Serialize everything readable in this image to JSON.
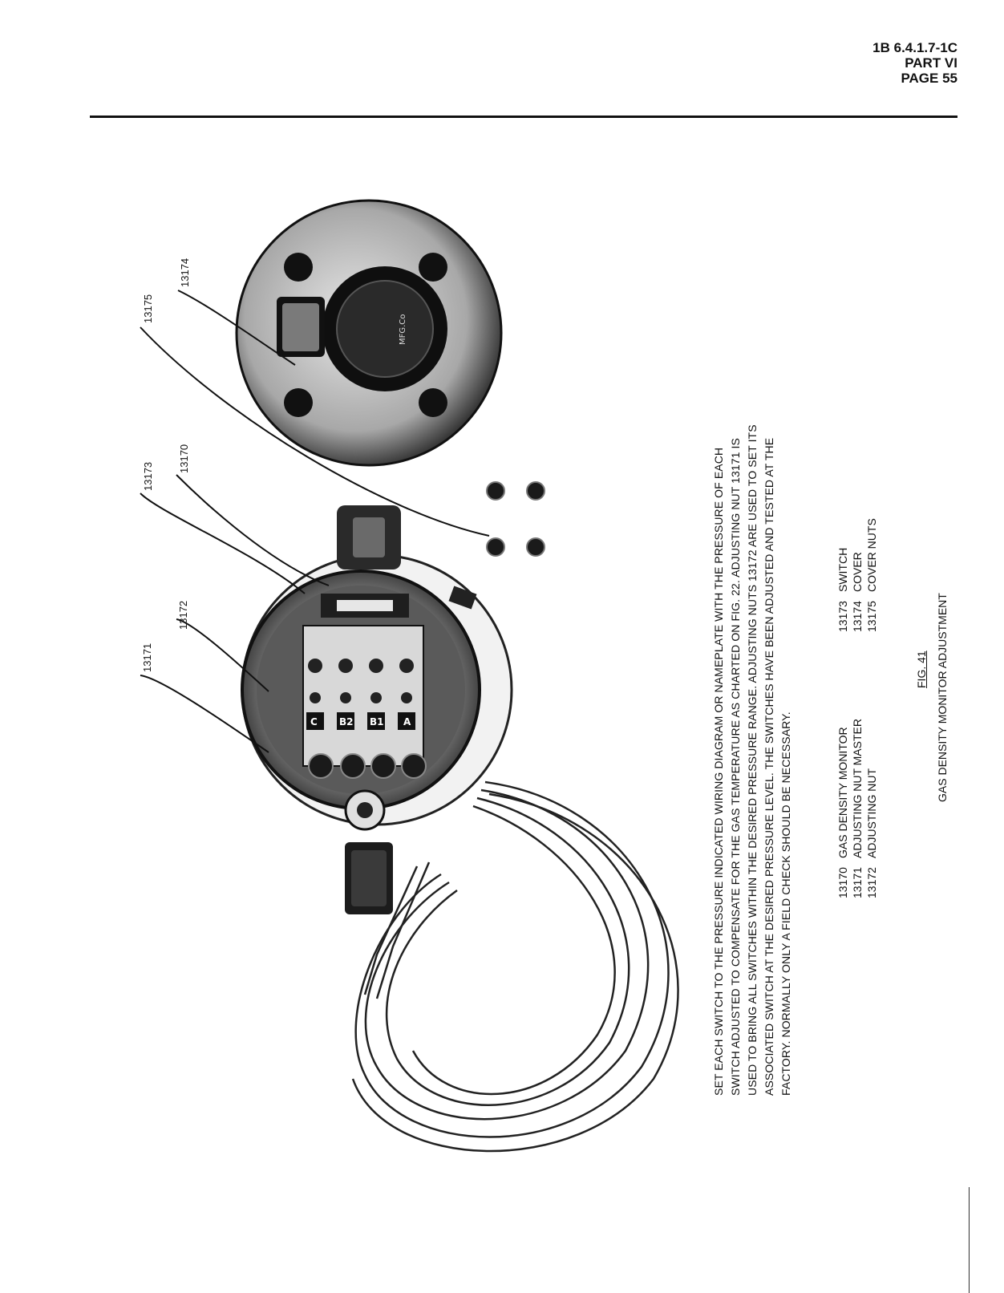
{
  "header": {
    "doc_number": "1B 6.4.1.7-1C",
    "part": "PART VI",
    "page": "PAGE 55"
  },
  "callouts": {
    "c13171": "13171",
    "c13172": "13172",
    "c13173": "13173",
    "c13170": "13170",
    "c13175": "13175",
    "c13174": "13174"
  },
  "photo": {
    "terminal_labels": [
      "C",
      "B2",
      "B1",
      "A"
    ],
    "nameplate_text": "MFG.Co"
  },
  "instructions": {
    "lines": [
      "SET EACH SWITCH TO THE PRESSURE INDICATED WIRING DIAGRAM OR NAMEPLATE WITH THE PRESSURE OF EACH",
      "SWITCH ADJUSTED TO COMPENSATE FOR THE GAS TEMPERATURE AS CHARTED ON FIG. 22. ADJUSTING NUT 13171 IS",
      "USED TO BRING ALL SWITCHES WITHIN THE DESIRED PRESSURE RANGE. ADJUSTING NUTS 13172 ARE USED TO SET ITS",
      "ASSOCIATED SWITCH AT THE DESIRED PRESSURE LEVEL. THE SWITCHES HAVE BEEN ADJUSTED AND TESTED AT THE",
      "FACTORY. NORMALLY ONLY A FIELD CHECK SHOULD BE NECESSARY."
    ]
  },
  "parts_left": [
    {
      "num": "13170",
      "name": "GAS DENSITY MONITOR"
    },
    {
      "num": "13171",
      "name": "ADJUSTING NUT MASTER"
    },
    {
      "num": "13172",
      "name": "ADJUSTING NUT"
    }
  ],
  "parts_right": [
    {
      "num": "13173",
      "name": "SWITCH"
    },
    {
      "num": "13174",
      "name": "COVER"
    },
    {
      "num": "13175",
      "name": "COVER NUTS"
    }
  ],
  "figure": {
    "number": "FIG. 41",
    "title": "GAS DENSITY MONITOR ADJUSTMENT"
  }
}
